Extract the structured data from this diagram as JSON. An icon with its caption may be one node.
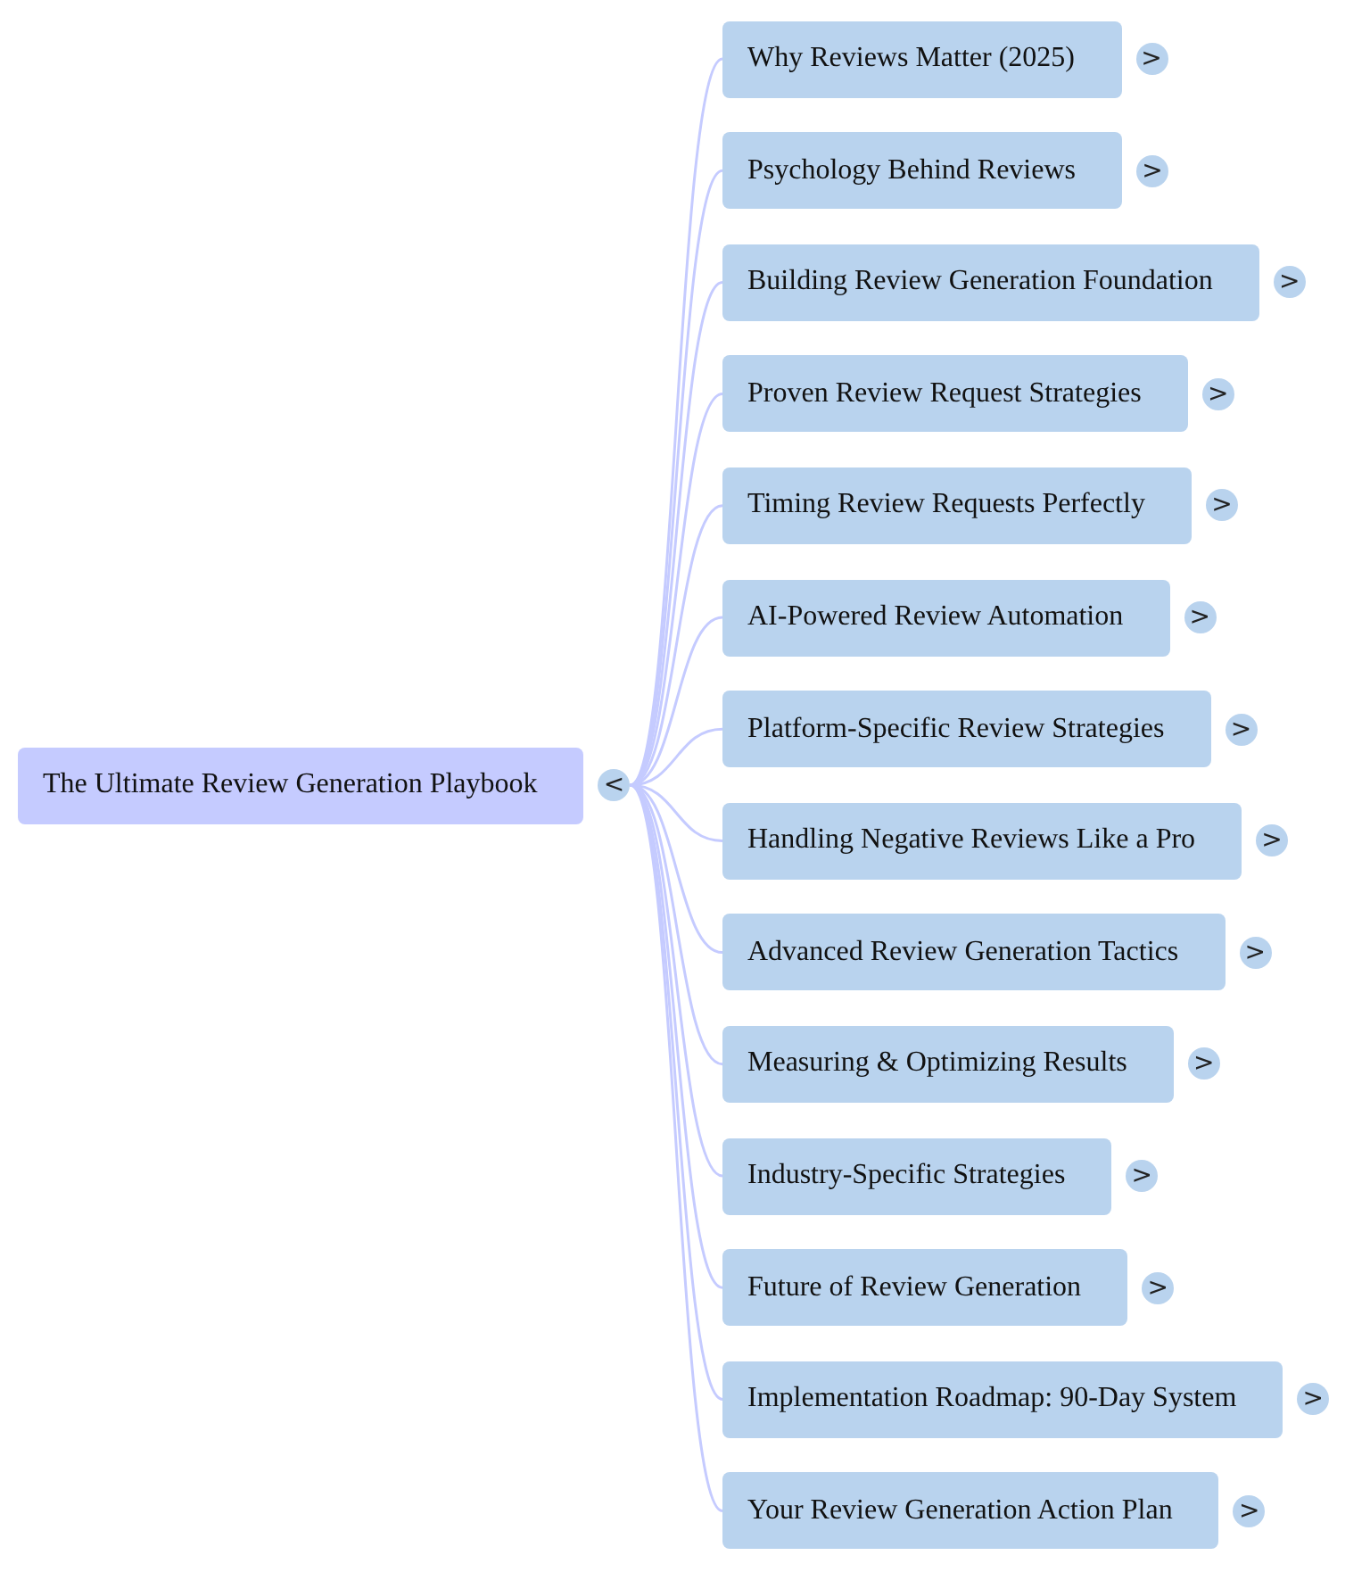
{
  "diagram": {
    "nodes": [
      {
        "text": [
          "The Ultimate Review Generation Playbook"
        ],
        "beside": [
          "<"
        ]
      },
      {
        "text": [
          "Why Reviews Matter (2025)"
        ],
        "beside": [
          ">"
        ]
      },
      {
        "text": [
          "Psychology Behind Reviews"
        ],
        "beside": [
          ">"
        ]
      },
      {
        "text": [
          "Building Review Generation Foundation"
        ],
        "beside": [
          ">"
        ]
      },
      {
        "text": [
          "Proven Review Request Strategies"
        ],
        "beside": [
          ">"
        ]
      },
      {
        "text": [
          "Timing Review Requests Perfectly"
        ],
        "beside": [
          ">"
        ]
      },
      {
        "text": [
          "AI-Powered Review Automation"
        ],
        "beside": [
          ">"
        ]
      },
      {
        "text": [
          "Platform-Specific Review Strategies"
        ],
        "beside": [
          ">"
        ]
      },
      {
        "text": [
          "Handling Negative Reviews Like a Pro"
        ],
        "beside": [
          ">"
        ]
      },
      {
        "text": [
          "Advanced Review Generation Tactics"
        ],
        "beside": [
          ">"
        ]
      },
      {
        "text": [
          "Measuring & Optimizing Results"
        ],
        "beside": [
          ">"
        ]
      },
      {
        "text": [
          "Industry-Specific Strategies"
        ],
        "beside": [
          ">"
        ]
      },
      {
        "text": [
          "Future of Review Generation"
        ],
        "beside": [
          ">"
        ]
      },
      {
        "text": [
          "Implementation Roadmap: 90-Day System"
        ],
        "beside": [
          ">"
        ]
      },
      {
        "text": [
          "Your Review Generation Action Plan"
        ],
        "beside": [
          ">"
        ]
      }
    ],
    "edges": [
      {
        "from": 0,
        "to": 1,
        "arrow": "none"
      },
      {
        "from": 0,
        "to": 2,
        "arrow": "none"
      },
      {
        "from": 0,
        "to": 3,
        "arrow": "none"
      },
      {
        "from": 0,
        "to": 4,
        "arrow": "none"
      },
      {
        "from": 0,
        "to": 5,
        "arrow": "none"
      },
      {
        "from": 0,
        "to": 6,
        "arrow": "none"
      },
      {
        "from": 0,
        "to": 7,
        "arrow": "none"
      },
      {
        "from": 0,
        "to": 8,
        "arrow": "none"
      },
      {
        "from": 0,
        "to": 9,
        "arrow": "none"
      },
      {
        "from": 0,
        "to": 10,
        "arrow": "none"
      },
      {
        "from": 0,
        "to": 11,
        "arrow": "none"
      },
      {
        "from": 0,
        "to": 12,
        "arrow": "none"
      },
      {
        "from": 0,
        "to": 13,
        "arrow": "none"
      },
      {
        "from": 0,
        "to": 14,
        "arrow": "none"
      }
    ]
  }
}
